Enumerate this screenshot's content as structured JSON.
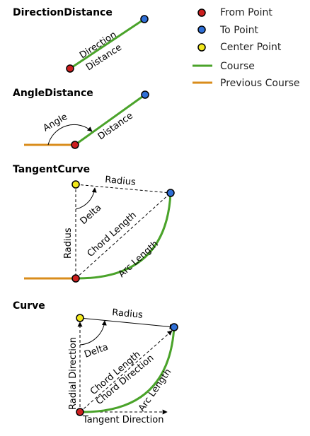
{
  "legend": {
    "from_point": "From Point",
    "to_point": "To Point",
    "center_point": "Center Point",
    "course": "Course",
    "previous_course": "Previous Course"
  },
  "colors": {
    "from_point": "#cc1f1f",
    "to_point": "#2f6fd6",
    "center_point": "#f2e81c",
    "course": "#4aa32a",
    "previous_course": "#d98c1b"
  },
  "sections": {
    "direction_distance": {
      "title": "DirectionDistance",
      "direction": "Direction",
      "distance": "Distance"
    },
    "angle_distance": {
      "title": "AngleDistance",
      "angle": "Angle",
      "distance": "Distance"
    },
    "tangent_curve": {
      "title": "TangentCurve",
      "radius_top": "Radius",
      "delta": "Delta",
      "radius_side": "Radius",
      "chord_length": "Chord Length",
      "arc_length": "Arc Length"
    },
    "curve": {
      "title": "Curve",
      "radius": "Radius",
      "delta": "Delta",
      "radial_direction": "Radial Direction",
      "chord_length": "Chord Length",
      "chord_direction": "Chord Direction",
      "arc_length": "Arc Length",
      "tangent_direction": "Tangent Direction"
    }
  }
}
